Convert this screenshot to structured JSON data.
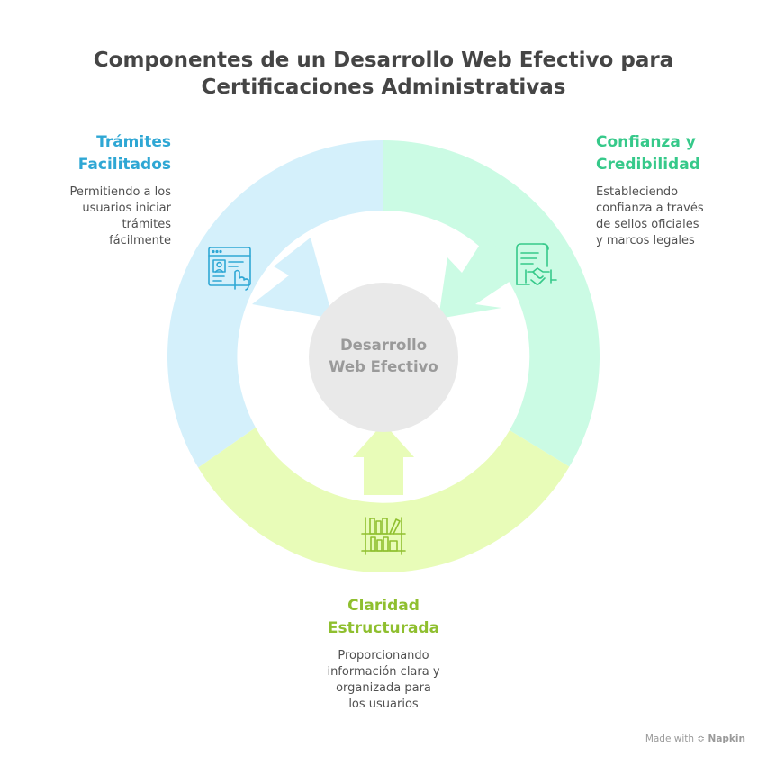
{
  "title": {
    "line1": "Componentes de un Desarrollo Web Efectivo para",
    "line2": "Certificaciones Administrativas"
  },
  "center": {
    "line1": "Desarrollo",
    "line2": "Web Efectivo"
  },
  "segments": [
    {
      "key": "tramites",
      "heading_line1": "Trámites",
      "heading_line2": "Facilitados",
      "desc_lines": [
        "Permitiendo a los",
        "usuarios iniciar",
        "trámites",
        "fácilmente"
      ],
      "color": "#d4f0fb",
      "accent": "#2fa7d4",
      "icon": "web-form-touch-icon"
    },
    {
      "key": "confianza",
      "heading_line1": "Confianza y",
      "heading_line2": "Credibilidad",
      "desc_lines": [
        "Estableciendo",
        "confianza a través",
        "de sellos oficiales",
        "y marcos legales"
      ],
      "color": "#cbfbe4",
      "accent": "#36c98a",
      "icon": "handshake-document-icon"
    },
    {
      "key": "claridad",
      "heading_line1": "Claridad",
      "heading_line2": "Estructurada",
      "desc_lines": [
        "Proporcionando",
        "información clara y",
        "organizada para",
        "los usuarios"
      ],
      "color": "#e8fcb8",
      "accent": "#8fbf2f",
      "icon": "bookshelf-icon"
    }
  ],
  "footer": {
    "made_with": "Made with",
    "brand": "Napkin"
  }
}
